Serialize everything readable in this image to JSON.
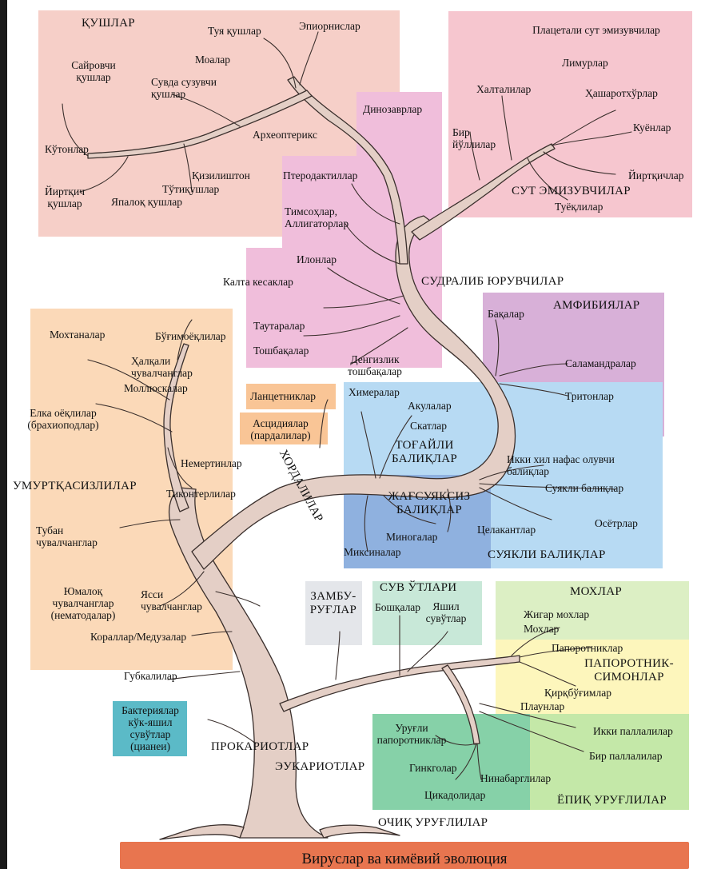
{
  "colors": {
    "birds": "#f6cfc8",
    "mammals": "#f6c6cf",
    "reptiles": "#f0bedb",
    "amphibians": "#d8b0d8",
    "invertebrates": "#fbd9b8",
    "lancelet": "#f9c596",
    "fish_light": "#b7daf3",
    "fish_dark": "#8fb1df",
    "fungi": "#e4e6ea",
    "algae": "#c8e8d8",
    "mosses": "#dcefc4",
    "ferns": "#fdf6bc",
    "angiosperms": "#c4e8a8",
    "gymnosperms": "#86d1a8",
    "bacteria": "#5bbac7",
    "ground": "#e8754f",
    "bark": "#e4cfc6",
    "bark_line": "#3a2f2c"
  },
  "groups": {
    "birds": {
      "title": "ҚУШЛАР",
      "items": [
        "Туя қушлар",
        "Эпиорнислар",
        "Моалар",
        "Сайровчи қушлар",
        "Сувда сузувчи қушлар",
        "Археоптерикс",
        "Кўтонлар",
        "Қизилиштон",
        "Тўтиқушлар",
        "Йиртқич қушлар",
        "Япалоқ қушлар"
      ]
    },
    "mammals": {
      "title": "СУТ ЭМИЗУВЧИЛАР",
      "items": [
        "Плацетали сут эмизувчилар",
        "Лимурлар",
        "Халталилар",
        "Ҳашаротхўрлар",
        "Бир йўллилар",
        "Куёнлар",
        "Йиртқичлар",
        "Туёқлилар"
      ]
    },
    "reptiles": {
      "title": "СУДРАЛИБ ЮРУВЧИЛАР",
      "items": [
        "Динозаврлар",
        "Птеродактиллар",
        "Тимсоҳлар, Аллигаторлар",
        "Илонлар",
        "Калта кесаклар",
        "Таутаралар",
        "Тошбақалар",
        "Денгизлик тошбақалар"
      ]
    },
    "amphibians": {
      "title": "АМФИБИЯЛАР",
      "items": [
        "Бақалар",
        "Саламандралар",
        "Тритонлар"
      ]
    },
    "invertebrates": {
      "title": "УМУРТҚАСИЗЛИЛАР",
      "items": [
        "Мохтаналар",
        "Бўғимоёқлилар",
        "Ҳалқали чувалчанглар",
        "Моллюскалар",
        "Елка оёқлилар (брахиоподлар)",
        "Немертинлар",
        "Тиконтерлилар",
        "Тубан чувалчанглар",
        "Юмалоқ чувалчанглар (нематодалар)",
        "Ясси чувалчанглар",
        "Кораллар/Медузалар",
        "Губкалилар"
      ]
    },
    "chordates": {
      "title": "ХОРДАЛИЛАР",
      "items": [
        "Ланцетниклар",
        "Асцидиялар (пардалилар)"
      ]
    },
    "cartilaginous": {
      "title": "ТОҒАЙЛИ БАЛИҚЛАР",
      "items": [
        "Химералар",
        "Акулалар",
        "Скатлар"
      ]
    },
    "jawless": {
      "title": "ЖАҒСУЯКСИЗ БАЛИҚЛАР",
      "items": [
        "Миногалар",
        "Миксиналар"
      ]
    },
    "bony_fish": {
      "title": "СУЯКЛИ БАЛИҚЛАР",
      "items": [
        "Икки хил нафас олувчи балиқлар",
        "Суякли балиқлар",
        "Целакантлар",
        "Осётрлар"
      ]
    },
    "fungi": {
      "title": "ЗАМБУ-РУҒЛАР"
    },
    "algae": {
      "title": "СУВ ЎТЛАРИ",
      "items": [
        "Бошқалар",
        "Яшил сувўтлар"
      ]
    },
    "mosses": {
      "title": "МОХЛАР",
      "items": [
        "Жигар мохлар",
        "Мохлар"
      ]
    },
    "ferns": {
      "title": "ПАПОРОТНИК-СИМОНЛАР",
      "items": [
        "Папоротниклар",
        "Қирқбўғимлар",
        "Плаунлар"
      ]
    },
    "angiosperms": {
      "title": "ЁПИҚ УРУҒЛИЛАР",
      "items": [
        "Икки паллалилар",
        "Бир паллалилар"
      ]
    },
    "gymnosperms": {
      "title": "ОЧИҚ УРУҒЛИЛАР",
      "items": [
        "Уруғли папоротниклар",
        "Гинкголар",
        "Нинабарглилар",
        "Цикадолидар"
      ]
    },
    "prokaryotes": {
      "title": "ПРОКАРИОТЛАР",
      "items": [
        "Бактериялар кўк-яшил сувўтлар (цианеи)"
      ]
    },
    "eukaryotes": {
      "title": "ЭУКАРИОТЛАР"
    }
  },
  "ground_label": "Вируслар ва кимёвий эволюция"
}
